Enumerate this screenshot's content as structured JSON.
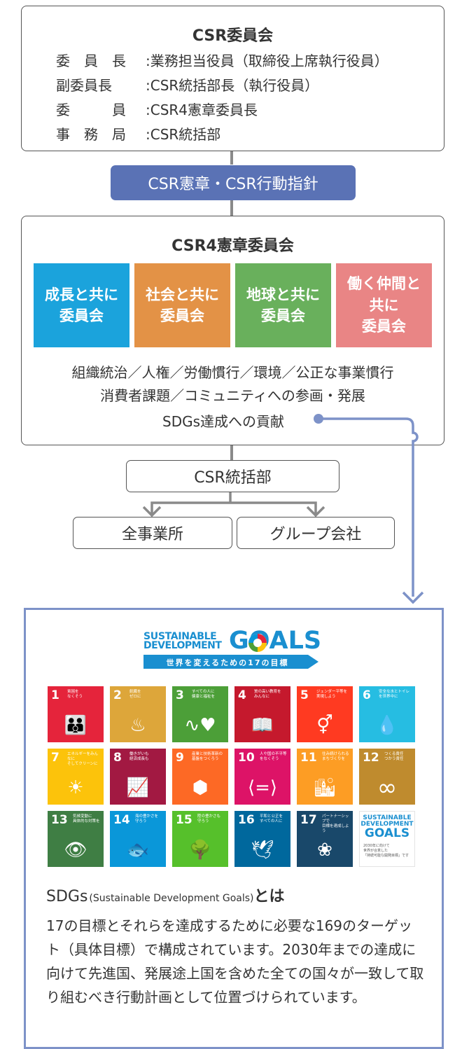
{
  "csr_committee": {
    "title": "CSR委員会",
    "roles": [
      {
        "label": "委　員　長",
        "value": "業務担当役員（取締役上席執行役員）"
      },
      {
        "label": "副委員長",
        "value": "CSR統括部長（執行役員）"
      },
      {
        "label": "委　　　員",
        "value": "CSR4憲章委員長"
      },
      {
        "label": "事　務　局",
        "value": "CSR統括部"
      }
    ]
  },
  "charter_pill": "CSR憲章・CSR行動指針",
  "charter_committee": {
    "title": "CSR4憲章委員会",
    "committees": [
      {
        "label": "成長と共に\n委員会",
        "color": "#1ba3dc"
      },
      {
        "label": "社会と共に\n委員会",
        "color": "#e39246"
      },
      {
        "label": "地球と共に\n委員会",
        "color": "#69b05c"
      },
      {
        "label": "働く仲間と\n共に\n委員会",
        "color": "#e98585"
      }
    ],
    "lines": [
      "組織統治／人権／労働慣行／環境／公正な事業慣行",
      "消費者課題／コミュニティへの参画・発展",
      "SDGs達成への貢献"
    ]
  },
  "csr_dept": "CSR統括部",
  "all_offices": "全事業所",
  "group_companies": "グループ会社",
  "sdgs_logo": {
    "line1": "SUSTAINABLE",
    "line2": "DEVELOPMENT",
    "goals": "GOALS",
    "subtitle": "世界を変えるための17の目標"
  },
  "goals": [
    {
      "num": "1",
      "label": "貧困を\nなくそう",
      "color": "#e5243b",
      "icon": "people-icon",
      "glyph": "👪"
    },
    {
      "num": "2",
      "label": "飢餓を\nゼロに",
      "color": "#dda63a",
      "icon": "bowl-icon",
      "glyph": "♨"
    },
    {
      "num": "3",
      "label": "すべての人に\n健康と福祉を",
      "color": "#4c9f38",
      "icon": "heartbeat-icon",
      "glyph": "∿♥"
    },
    {
      "num": "4",
      "label": "質の高い教育を\nみんなに",
      "color": "#c5192d",
      "icon": "book-icon",
      "glyph": "📖"
    },
    {
      "num": "5",
      "label": "ジェンダー平等を\n実現しよう",
      "color": "#ff3a21",
      "icon": "gender-icon",
      "glyph": "⚥"
    },
    {
      "num": "6",
      "label": "安全な水とトイレ\nを世界中に",
      "color": "#26bde2",
      "icon": "water-icon",
      "glyph": "💧"
    },
    {
      "num": "7",
      "label": "エネルギーをみんなに\nそしてクリーンに",
      "color": "#fcc30b",
      "icon": "sun-icon",
      "glyph": "☀"
    },
    {
      "num": "8",
      "label": "働きがいも\n経済成長も",
      "color": "#a21942",
      "icon": "growth-icon",
      "glyph": "📈"
    },
    {
      "num": "9",
      "label": "産業と技術革新の\n基盤をつくろう",
      "color": "#fd6925",
      "icon": "cubes-icon",
      "glyph": "⬢"
    },
    {
      "num": "10",
      "label": "人や国の不平等\nをなくそう",
      "color": "#dd1367",
      "icon": "equality-icon",
      "glyph": "⟨=⟩"
    },
    {
      "num": "11",
      "label": "住み続けられる\nまちづくりを",
      "color": "#fd9d24",
      "icon": "city-icon",
      "glyph": "🏙"
    },
    {
      "num": "12",
      "label": "つくる責任\nつかう責任",
      "color": "#bf8b2e",
      "icon": "infinity-icon",
      "glyph": "∞"
    },
    {
      "num": "13",
      "label": "気候変動に\n具体的な対策を",
      "color": "#3f7e44",
      "icon": "eye-globe-icon",
      "glyph": "👁"
    },
    {
      "num": "14",
      "label": "海の豊かさを\n守ろう",
      "color": "#0a97d9",
      "icon": "fish-icon",
      "glyph": "🐟"
    },
    {
      "num": "15",
      "label": "陸の豊かさも\n守ろう",
      "color": "#56c02b",
      "icon": "tree-icon",
      "glyph": "🌳"
    },
    {
      "num": "16",
      "label": "平和と公正を\nすべての人に",
      "color": "#00689d",
      "icon": "dove-icon",
      "glyph": "🕊"
    },
    {
      "num": "17",
      "label": "パートナーシップで\n目標を達成しよう",
      "color": "#19486a",
      "icon": "rings-icon",
      "glyph": "❀"
    }
  ],
  "final_tile": {
    "line1": "SUSTAINABLE",
    "line2": "DEVELOPMENT",
    "goals": "GOALS",
    "caption": "2030年に向けて\n世界が合意した\n「持続可能な開発目標」です"
  },
  "sdgs_heading": {
    "sdgs": "SDGs",
    "paren": "(Sustainable Development Goals)",
    "towa": "とは"
  },
  "sdgs_description": "17の目標とそれらを達成するために必要な169のターゲット（具体目標）で構成されています。2030年までの達成に向けて先進国、発展途上国を含めた全ての国々が一致して取り組むべき行動計画として位置づけられています。",
  "colors": {
    "accent_blue": "#5a72b5",
    "connector_blue": "#7d92c8",
    "connector_gray": "#8a8a8a"
  }
}
